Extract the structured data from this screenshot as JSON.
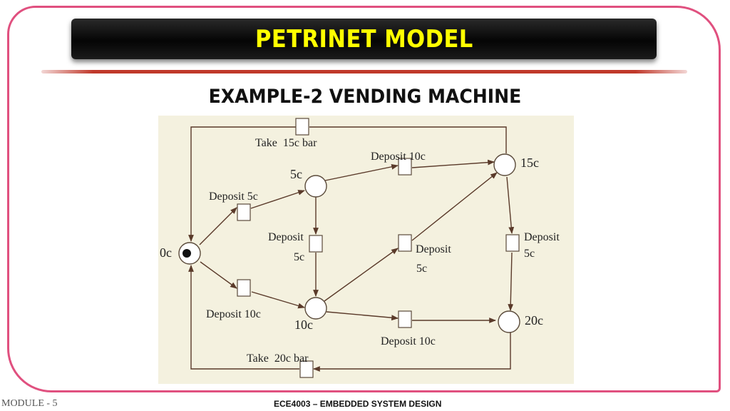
{
  "slide": {
    "title": "PETRINET MODEL",
    "subtitle": "EXAMPLE-2 VENDING MACHINE",
    "footer_left": "MODULE - 5",
    "footer_center": "ECE4003 – EMBEDDED SYSTEM DESIGN"
  },
  "diagram": {
    "places": {
      "p0": "0c",
      "p5": "5c",
      "p10": "10c",
      "p15": "15c",
      "p20": "20c"
    },
    "transitions": {
      "take15": "Take  15c bar",
      "dep5_0_5": "Deposit 5c",
      "dep10_5_15": "Deposit 10c",
      "dep5_5_10_line1": "Deposit",
      "dep5_5_10_line2": "5c",
      "dep5_10_15_line1": "Deposit",
      "dep5_10_15_line2": "5c",
      "dep5_15_20_line1": "Deposit",
      "dep5_15_20_line2": "5c",
      "dep10_0_10": "Deposit 10c",
      "dep10_10_20": "Deposit 10c",
      "take20": "Take  20c bar"
    },
    "token_place": "0c",
    "colors": {
      "background": "#f4f1df",
      "stroke": "#5a3a2a"
    }
  }
}
